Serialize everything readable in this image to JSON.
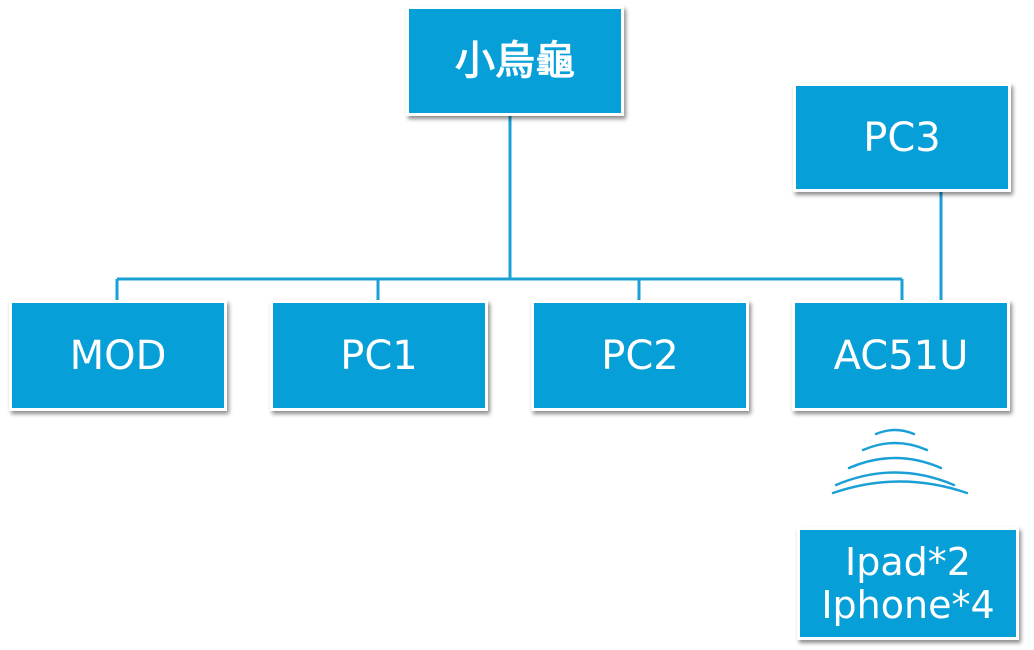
{
  "colors": {
    "node_fill": "#079fd8",
    "node_border": "#ffffff",
    "connector": "#1aa0d6",
    "text": "#ffffff"
  },
  "nodes": {
    "root": "小烏龜",
    "pc3": "PC3",
    "mod": "MOD",
    "pc1": "PC1",
    "pc2": "PC2",
    "ac51u": "AC51U",
    "devices": [
      "Ipad*2",
      "Iphone*4"
    ]
  },
  "icons": {
    "wifi": "wifi-signal-icon"
  }
}
